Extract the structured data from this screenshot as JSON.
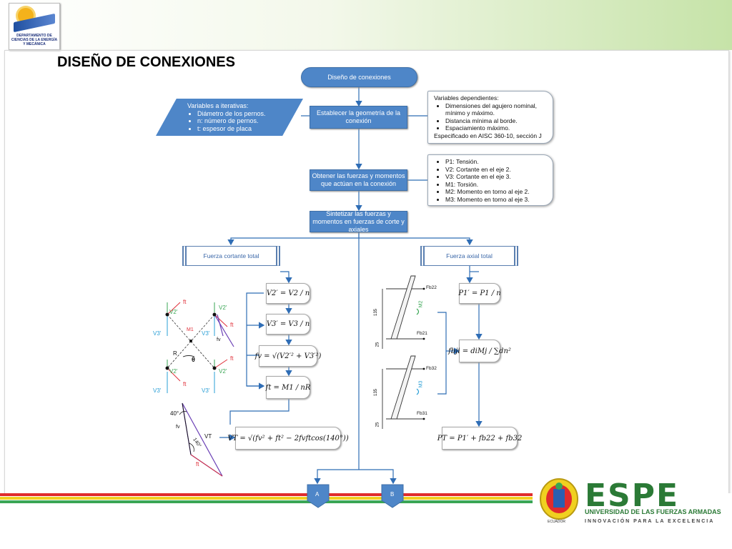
{
  "header": {
    "dept_logo_text": "DEPARTAMENTO DE CIENCIAS DE LA ENERGÍA Y MECÁNICA",
    "title": "DISEÑO DE CONEXIONES"
  },
  "flow": {
    "start": "Diseño de conexiones",
    "step1": "Establecer la geometría de la conexión",
    "step2": "Obtener las fuerzas y momentos que actúan en la conexión",
    "step3": "Sintetizar las fuerzas y momentos en fuerzas de corte y axiales",
    "shear_total": "Fuerza cortante total",
    "axial_total": "Fuerza axial total",
    "connector_a": "A",
    "connector_b": "B"
  },
  "iterative_vars": {
    "title": "Variables a iterativas:",
    "items": [
      "Diámetro de los pernos.",
      "n: número de pernos.",
      "t: espesor de placa"
    ]
  },
  "dependent_vars": {
    "title": "Variables dependientes:",
    "items": [
      "Dimensiones del agujero nominal, mínimo y máximo.",
      "Distancia mínima al borde.",
      "Espaciamiento máximo."
    ],
    "footer": "Especificado en AISC 360-10, sección J"
  },
  "forces": {
    "items": [
      "P1: Tensión.",
      "V2: Cortante en el eje 2.",
      "V3: Cortante en el eje 3.",
      "M1: Torsión.",
      "M2: Momento en torno al eje 2.",
      "M3: Momento en torno al eje 3."
    ]
  },
  "formulas": {
    "v2": "V2′ = V2 / n",
    "v3": "V3′ = V3 / n",
    "fv": "fv = √(V2′² + V3′²)",
    "ft": "ft = M1 / nR",
    "vt": "VT = √(fv² + ft² − 2fvftcos(140°))",
    "p1": "P1′ = P1 / n",
    "fbji": "fbji = diMj / ∑dn²",
    "pt": "PT = P1′ + fb22 + fb32"
  },
  "bolt_diagram": {
    "v2": "V2'",
    "v3": "V3'",
    "ft": "ft",
    "fv": "fv",
    "m1": "M1",
    "r": "R",
    "theta": "θ",
    "angle": "40°",
    "vt": "VT",
    "angle2": "140°"
  },
  "plate_diagram": {
    "fb22": "Fb22",
    "fb21": "Fb21",
    "fb32": "Fb32",
    "fb31": "Fb31",
    "m2": "M2",
    "m3": "M3",
    "dim1": "135",
    "dim2": "25",
    "dim3": "135",
    "dim4": "25"
  },
  "footer": {
    "brand": "ESPE",
    "sub1": "UNIVERSIDAD DE LAS FUERZAS ARMADAS",
    "sub2": "INNOVACIÓN PARA LA EXCELENCIA",
    "crest_text": "ECUADOR"
  },
  "colors": {
    "process_blue": "#4e86c8",
    "arrow_blue": "#2f6db5",
    "red": "#e0303a",
    "green": "#3aa655",
    "cyan": "#2a9fd6",
    "brand_green": "#2b7a36"
  }
}
